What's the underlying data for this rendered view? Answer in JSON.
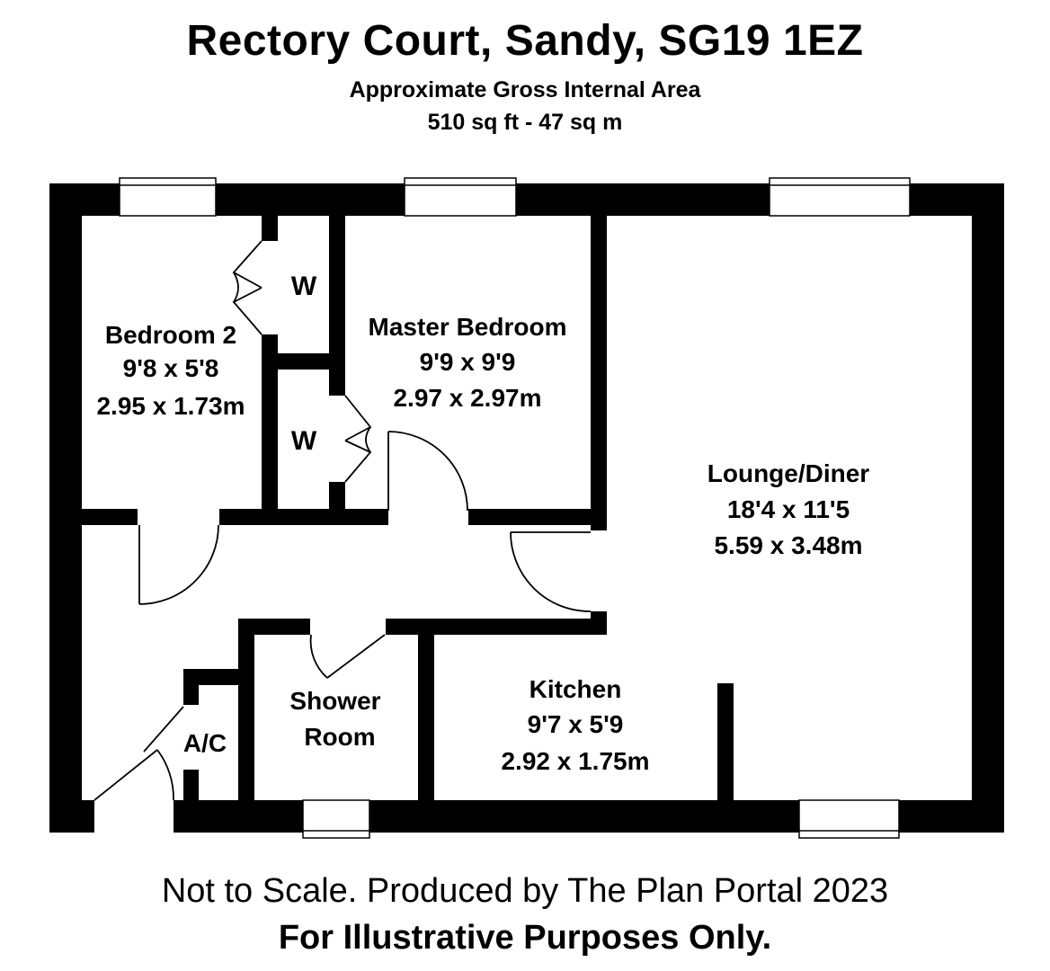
{
  "header": {
    "title": "Rectory Court, Sandy, SG19 1EZ",
    "area_label": "Approximate Gross Internal Area",
    "area_value": "510 sq ft - 47 sq m"
  },
  "rooms": {
    "bedroom2": {
      "name": "Bedroom 2",
      "imperial": "9'8 x 5'8",
      "metric": "2.95 x 1.73m"
    },
    "master": {
      "name": "Master Bedroom",
      "imperial": "9'9 x 9'9",
      "metric": "2.97 x 2.97m"
    },
    "lounge": {
      "name": "Lounge/Diner",
      "imperial": "18'4 x 11'5",
      "metric": "5.59 x 3.48m"
    },
    "kitchen": {
      "name": "Kitchen",
      "imperial": "9'7 x 5'9",
      "metric": "2.92 x 1.75m"
    },
    "shower": {
      "name_line1": "Shower",
      "name_line2": "Room"
    },
    "wardrobe_top": "W",
    "wardrobe_bottom": "W",
    "airing_cupboard": "A/C"
  },
  "footer": {
    "disclaimer": "Not to Scale. Produced by The Plan Portal 2023",
    "purpose": "For Illustrative Purposes Only."
  },
  "colors": {
    "wall": "#000000",
    "background": "#ffffff"
  }
}
